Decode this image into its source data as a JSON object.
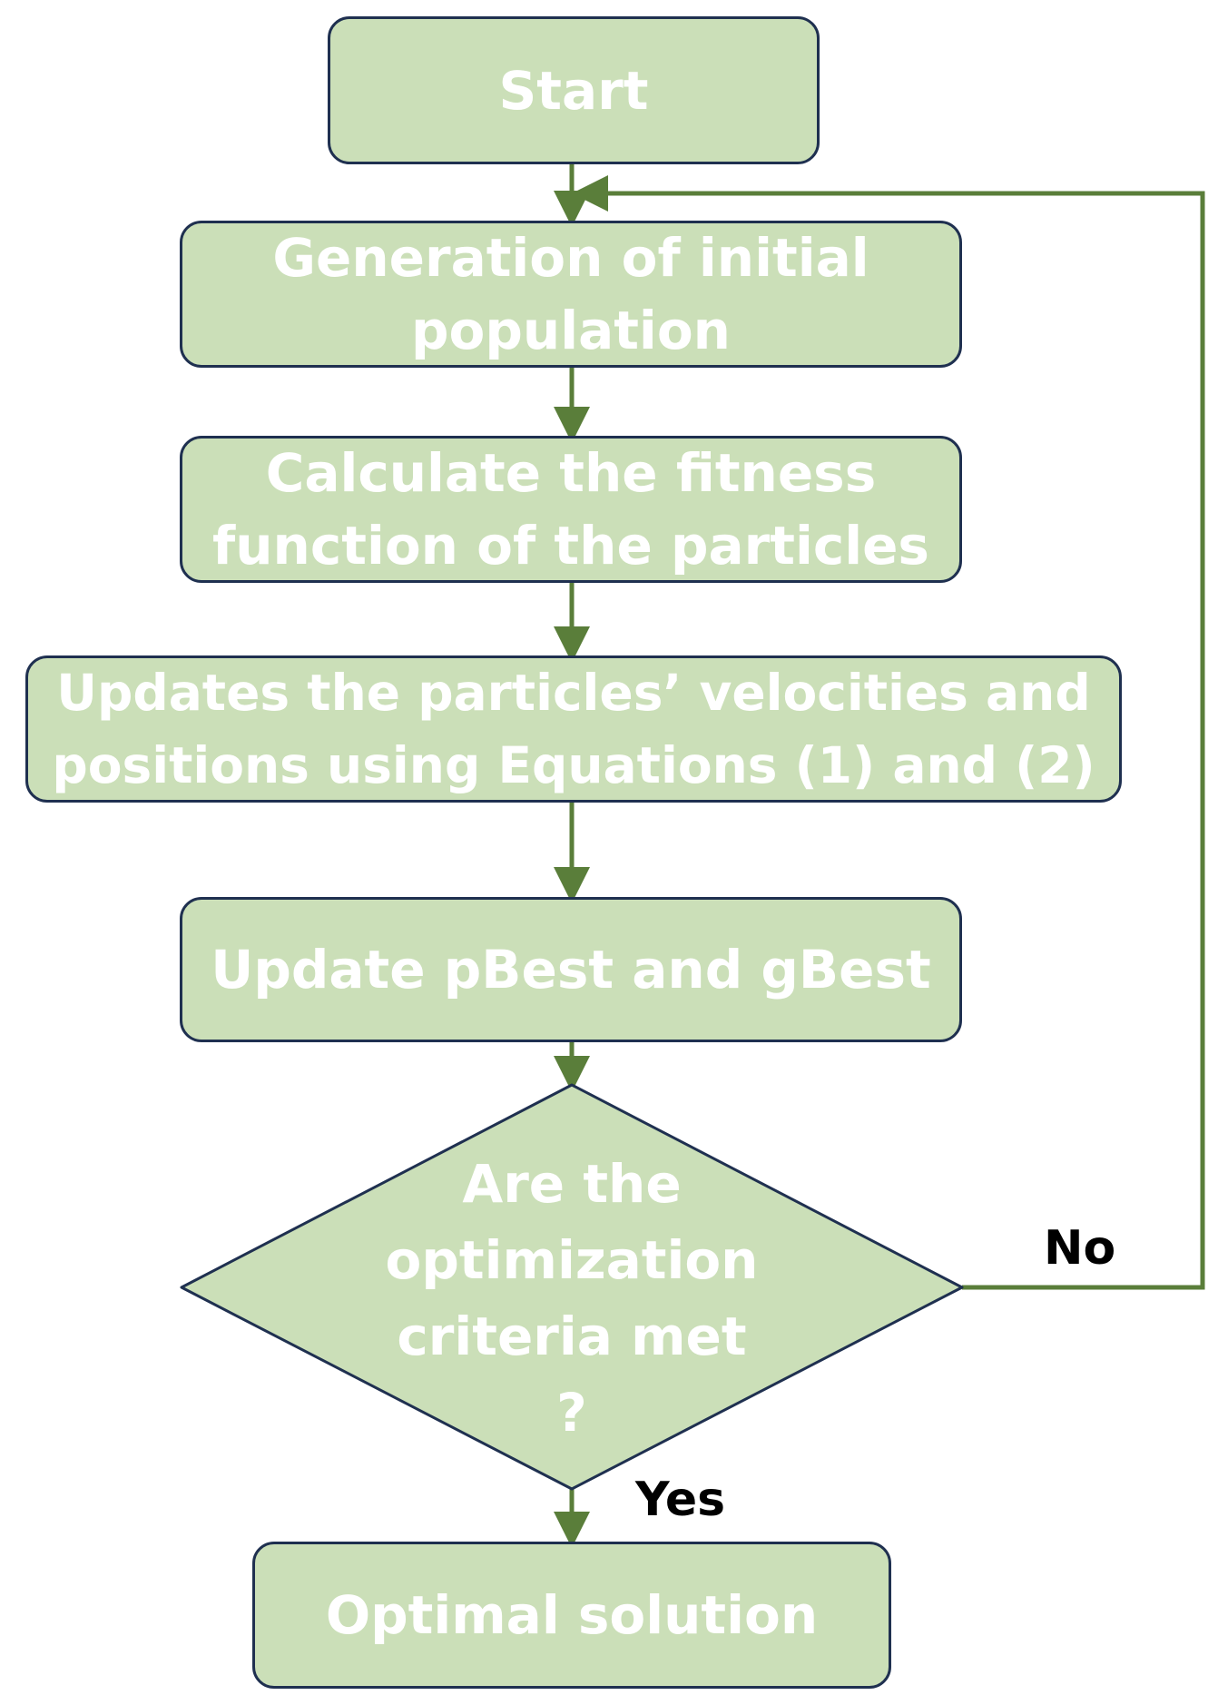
{
  "flowchart": {
    "start": "Start",
    "init_population": [
      "Generation of initial",
      "population"
    ],
    "fitness": [
      "Calculate the fitness",
      "function of the particles"
    ],
    "update_velocities": [
      "Updates the particles’ velocities and",
      "positions using Equations (1) and (2)"
    ],
    "update_best": "Update pBest and gBest",
    "decision": [
      "Are the",
      "optimization",
      "criteria met",
      "?"
    ],
    "optimal": "Optimal solution",
    "no_label": "No",
    "yes_label": "Yes"
  },
  "colors": {
    "box_fill": "#cbdfb8",
    "box_border": "#1f3050",
    "arrow": "#5a7e3a",
    "box_text": "#ffffff",
    "label_text": "#000000"
  }
}
